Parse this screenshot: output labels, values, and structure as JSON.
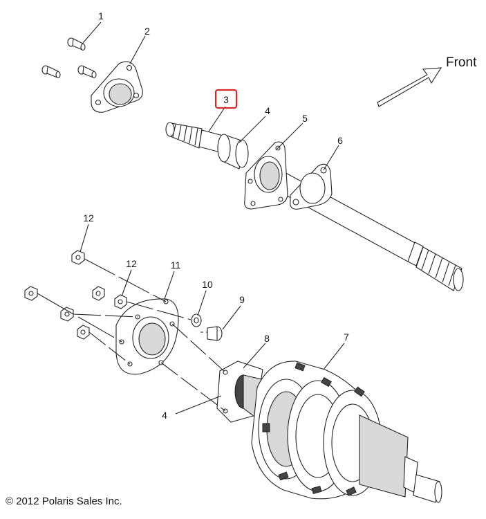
{
  "diagram": {
    "callouts": [
      "1",
      "2",
      "3",
      "4",
      "5",
      "6",
      "12",
      "12",
      "11",
      "10",
      "9",
      "8",
      "7",
      "4"
    ],
    "highlighted_callout": "3",
    "highlight_color": "#d42a2a",
    "direction_label": "Front",
    "copyright": "© 2012 Polaris Sales Inc."
  }
}
